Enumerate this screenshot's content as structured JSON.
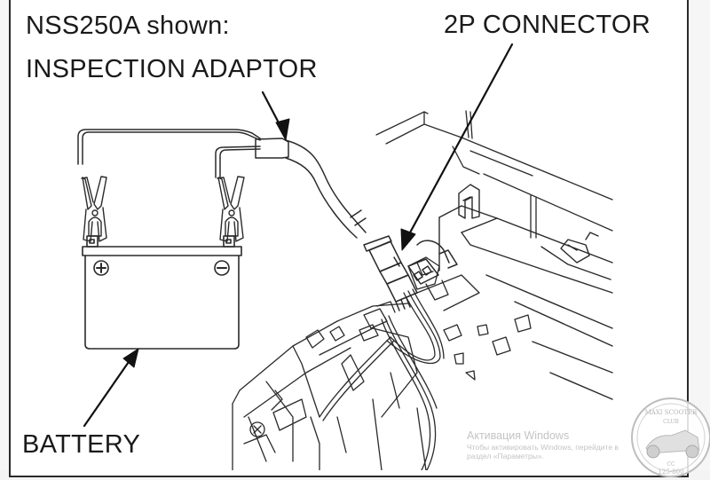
{
  "figure": {
    "labels": {
      "model_note": "NSS250A shown:",
      "inspection_adaptor": "INSPECTION ADAPTOR",
      "connector": "2P CONNECTOR",
      "battery": "BATTERY"
    },
    "battery_terminals": {
      "positive": "+",
      "negative": "−"
    }
  },
  "watermarks": {
    "os_activation_title": "Активация Windows",
    "os_activation_subtitle": "Чтобы активировать Windows, перейдите в раздел «Параметры».",
    "club_stamp": {
      "top_text": "MAXI SCOOTER",
      "middle_text": "CLUB",
      "bottom_text": "CC",
      "range_text": "125-800"
    }
  },
  "colors": {
    "line": "#2a2a2a",
    "arrow": "#111111",
    "watermark": "#c4c4c4"
  }
}
